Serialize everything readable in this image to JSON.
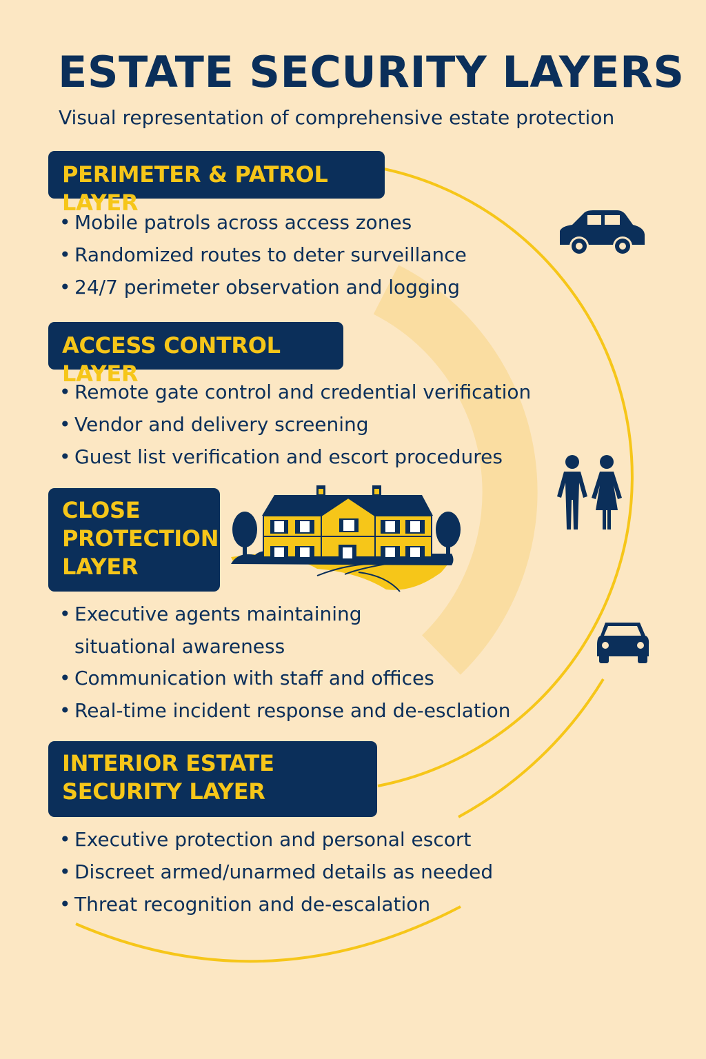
{
  "title": "ESTATE SECURITY LAYERS",
  "subtitle": "Visual representation of comprehensive estate protection",
  "layers": [
    {
      "label": "PERIMETER & PATROL LAYER",
      "bullets": [
        "Mobile patrols across access zones",
        "Randomized routes to deter surveillance",
        "24/7 perimeter observation and logging"
      ]
    },
    {
      "label": "ACCESS CONTROL LAYER",
      "bullets": [
        "Remote gate control and credential verification",
        "Vendor and delivery screening",
        "Guest list verification and escort procedures"
      ]
    },
    {
      "label": "CLOSE PROTECTION LAYER",
      "bullets": [
        "Executive agents maintaining situational awareness",
        "Communication with staff and offices",
        "Real-time incident response and de-esclation"
      ]
    },
    {
      "label": "INTERIOR ESTATE SECURITY LAYER",
      "bullets": [
        "Executive protection and personal escort",
        "Discreet armed/unarmed details as needed",
        "Threat recognition and de-escalation"
      ]
    }
  ],
  "icons": [
    "car-side-icon",
    "people-icon",
    "car-front-icon",
    "estate-house-illustration"
  ],
  "colors": {
    "background": "#fce7c3",
    "navy": "#0b2f5a",
    "yellow": "#f6c619"
  }
}
